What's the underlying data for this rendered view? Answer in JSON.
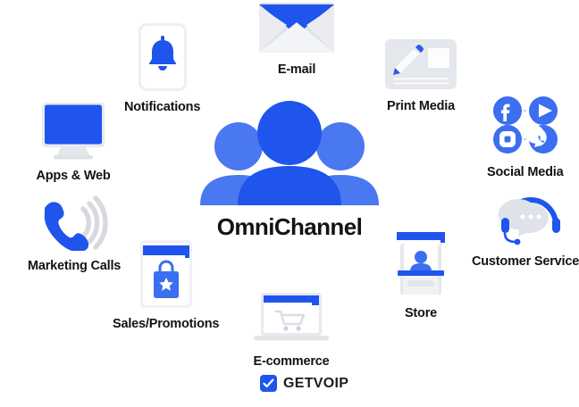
{
  "diagram": {
    "title": "OmniChannel",
    "center": {
      "label": "OmniChannel",
      "icon": "people-group-icon"
    },
    "colors": {
      "primary_blue": "#1F54ED",
      "mid_blue": "#3B6EF0",
      "light_blue": "#4A78F0",
      "pale_blue": "#6C93F5",
      "light_gray": "#DFE2E8",
      "pale_gray": "#EDEFF3",
      "text_dark": "#131313",
      "white": "#FFFFFF"
    },
    "channels": [
      {
        "id": "apps-web",
        "label": "Apps & Web",
        "icon": "desktop-monitor-icon"
      },
      {
        "id": "notifications",
        "label": "Notifications",
        "icon": "phone-bell-icon"
      },
      {
        "id": "email",
        "label": "E-mail",
        "icon": "envelope-icon"
      },
      {
        "id": "print-media",
        "label": "Print Media",
        "icon": "print-card-pencil-icon"
      },
      {
        "id": "social-media",
        "label": "Social Media",
        "icon": "social-network-grid-icon"
      },
      {
        "id": "marketing-calls",
        "label": "Marketing Calls",
        "icon": "telephone-waves-icon"
      },
      {
        "id": "customer-svc",
        "label": "Customer Service",
        "icon": "headset-chat-icon"
      },
      {
        "id": "sales",
        "label": "Sales/Promotions",
        "icon": "shopping-bag-star-icon"
      },
      {
        "id": "store",
        "label": "Store",
        "icon": "market-stall-icon"
      },
      {
        "id": "ecommerce",
        "label": "E-commerce",
        "icon": "laptop-cart-icon"
      }
    ],
    "social_icons": [
      {
        "id": "facebook",
        "name": "facebook-icon"
      },
      {
        "id": "youtube",
        "name": "youtube-icon"
      },
      {
        "id": "instagram",
        "name": "instagram-icon"
      },
      {
        "id": "whatsapp",
        "name": "whatsapp-icon"
      }
    ],
    "brand": {
      "wordmark": "GETVOIP",
      "mark_icon": "checkmark-badge-icon"
    }
  }
}
